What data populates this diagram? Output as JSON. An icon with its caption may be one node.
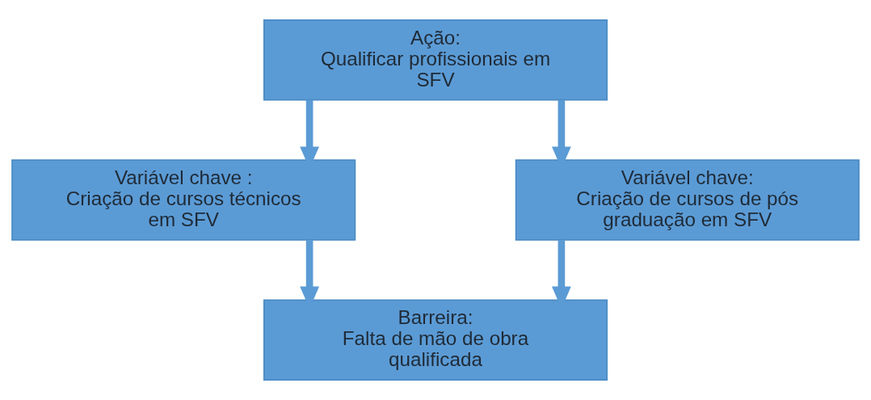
{
  "diagram": {
    "nodes": [
      {
        "text": [
          "Ação:",
          "Qualificar profissionais em SFV"
        ]
      },
      {
        "text": [
          "Variável chave :",
          "Criação de cursos técnicos em SFV"
        ]
      },
      {
        "text": [
          "Variável chave:",
          "Criação de cursos de pós graduação em SFV"
        ]
      },
      {
        "text": [
          "Barreira:",
          "Falta de mão de obra qualificada"
        ]
      }
    ],
    "edges": [
      {
        "from": 0,
        "to": 1,
        "arrow": "to"
      },
      {
        "from": 0,
        "to": 2,
        "arrow": "to"
      },
      {
        "from": 1,
        "to": 3,
        "arrow": "to"
      },
      {
        "from": 2,
        "to": 3,
        "arrow": "to"
      }
    ]
  }
}
